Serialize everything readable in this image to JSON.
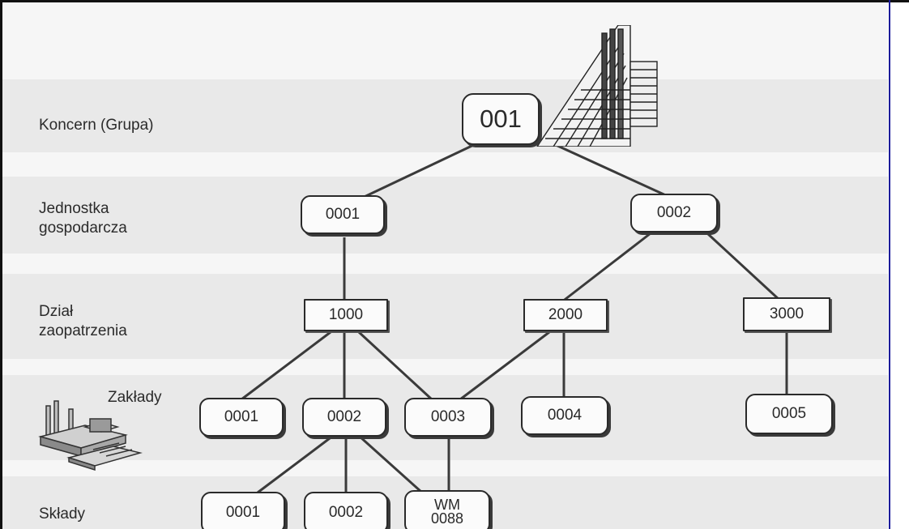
{
  "levels": {
    "concern": "Koncern (Grupa)",
    "company": "Jednostka\ngospodarcza",
    "purchasing": "Dział\nzaopatrzenia",
    "plants": "Zakłady",
    "storage": "Składy"
  },
  "nodes": {
    "group": "001",
    "company_1": "0001",
    "company_2": "0002",
    "purch_1": "1000",
    "purch_2": "2000",
    "purch_3": "3000",
    "plant_1": "0001",
    "plant_2": "0002",
    "plant_3": "0003",
    "plant_4": "0004",
    "plant_5": "0005",
    "store_1": "0001",
    "store_2": "0002",
    "store_3_line1": "WM",
    "store_3_line2": "0088"
  },
  "icons": {
    "building": "office-building-icon",
    "factory": "factory-icon"
  },
  "colors": {
    "line": "#3a3a3a",
    "border_right": "#1c1c9a"
  }
}
